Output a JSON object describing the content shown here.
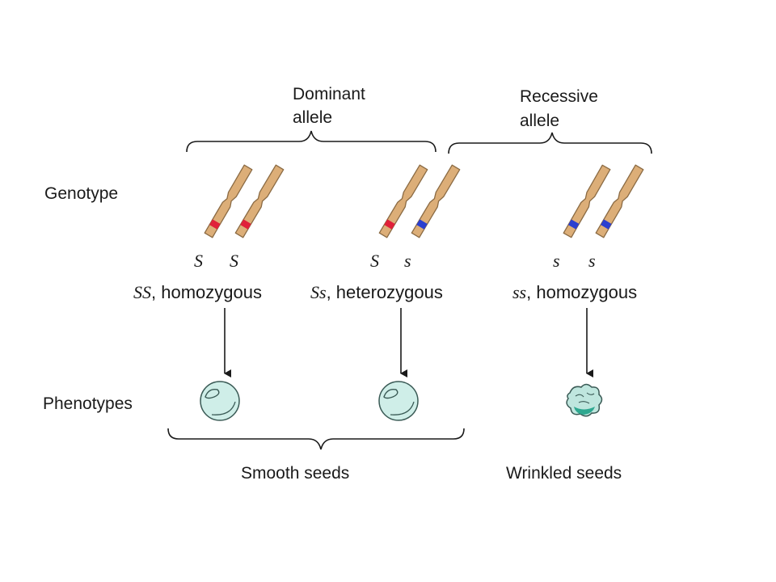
{
  "header": {
    "dominant_line1": "Dominant",
    "dominant_line2": "allele",
    "recessive_line1": "Recessive",
    "recessive_line2": "allele"
  },
  "rows": {
    "genotype": "Genotype",
    "phenotypes": "Phenotypes"
  },
  "groups": [
    {
      "allele_left": "S",
      "allele_right": "S",
      "code": "SS",
      "desc": ", homozygous",
      "band_left": "red",
      "band_right": "red",
      "seed": "smooth"
    },
    {
      "allele_left": "S",
      "allele_right": "s",
      "code": "Ss",
      "desc": ", heterozygous",
      "band_left": "red",
      "band_right": "blue",
      "seed": "smooth"
    },
    {
      "allele_left": "s",
      "allele_right": "s",
      "code": "ss",
      "desc": ", homozygous",
      "band_left": "blue",
      "band_right": "blue",
      "seed": "wrinkled"
    }
  ],
  "results": {
    "smooth": "Smooth seeds",
    "wrinkled": "Wrinkled seeds"
  },
  "colors": {
    "chromosome": "#dcae78",
    "chromosome_outline": "#8a6a43",
    "dominant_band": "#e0203a",
    "recessive_band": "#2a3fd0",
    "seed_fill": "#cfeee8",
    "seed_outline": "#3a5a55",
    "wrinkled_fill": "#bfe6de",
    "wrinkled_shade": "#2fa890"
  }
}
